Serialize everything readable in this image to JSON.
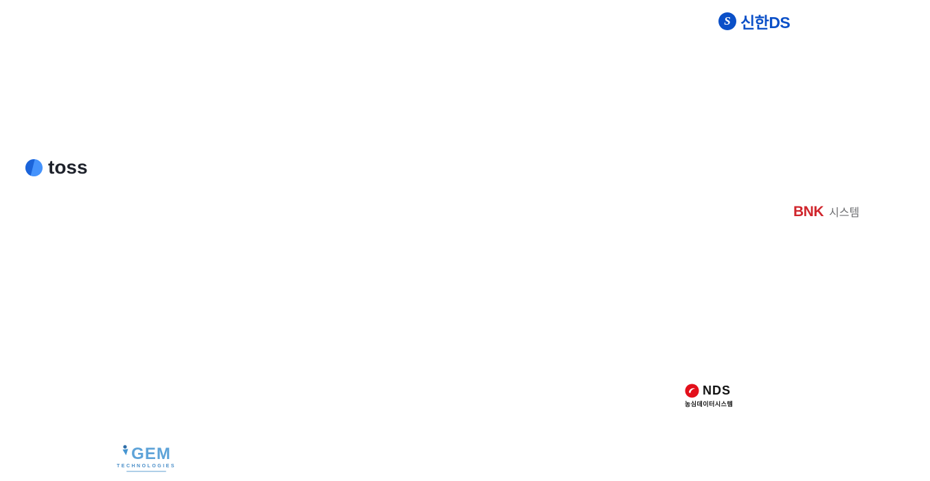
{
  "page": {
    "description": "White logo wall with scattered partner company logos",
    "background_color": "#ffffff"
  },
  "logos": {
    "shinhan_ds": {
      "label": "신한DS",
      "icon": "shinhan-sphere-icon",
      "icon_letter": "S",
      "brand_color": "#0b50c8"
    },
    "toss": {
      "label": "toss",
      "icon": "toss-symbol-icon",
      "text_color": "#1e222b",
      "icon_color_dark": "#1b64da",
      "icon_color_light": "#4593fc"
    },
    "bnk_system": {
      "label_en": "BNK",
      "label_ko": "시스템",
      "brand_color": "#d0252c",
      "secondary_color": "#6d6e71"
    },
    "nds": {
      "label": "NDS",
      "sublabel": "농심데이터시스템",
      "icon": "nongshim-seed-icon",
      "brand_color": "#e3101b",
      "text_color": "#111111"
    },
    "gem_technologies": {
      "label": "GEM",
      "sublabel": "TECHNOLOGIES",
      "icon": "gem-figure-icon",
      "brand_color": "#4796d2"
    }
  }
}
